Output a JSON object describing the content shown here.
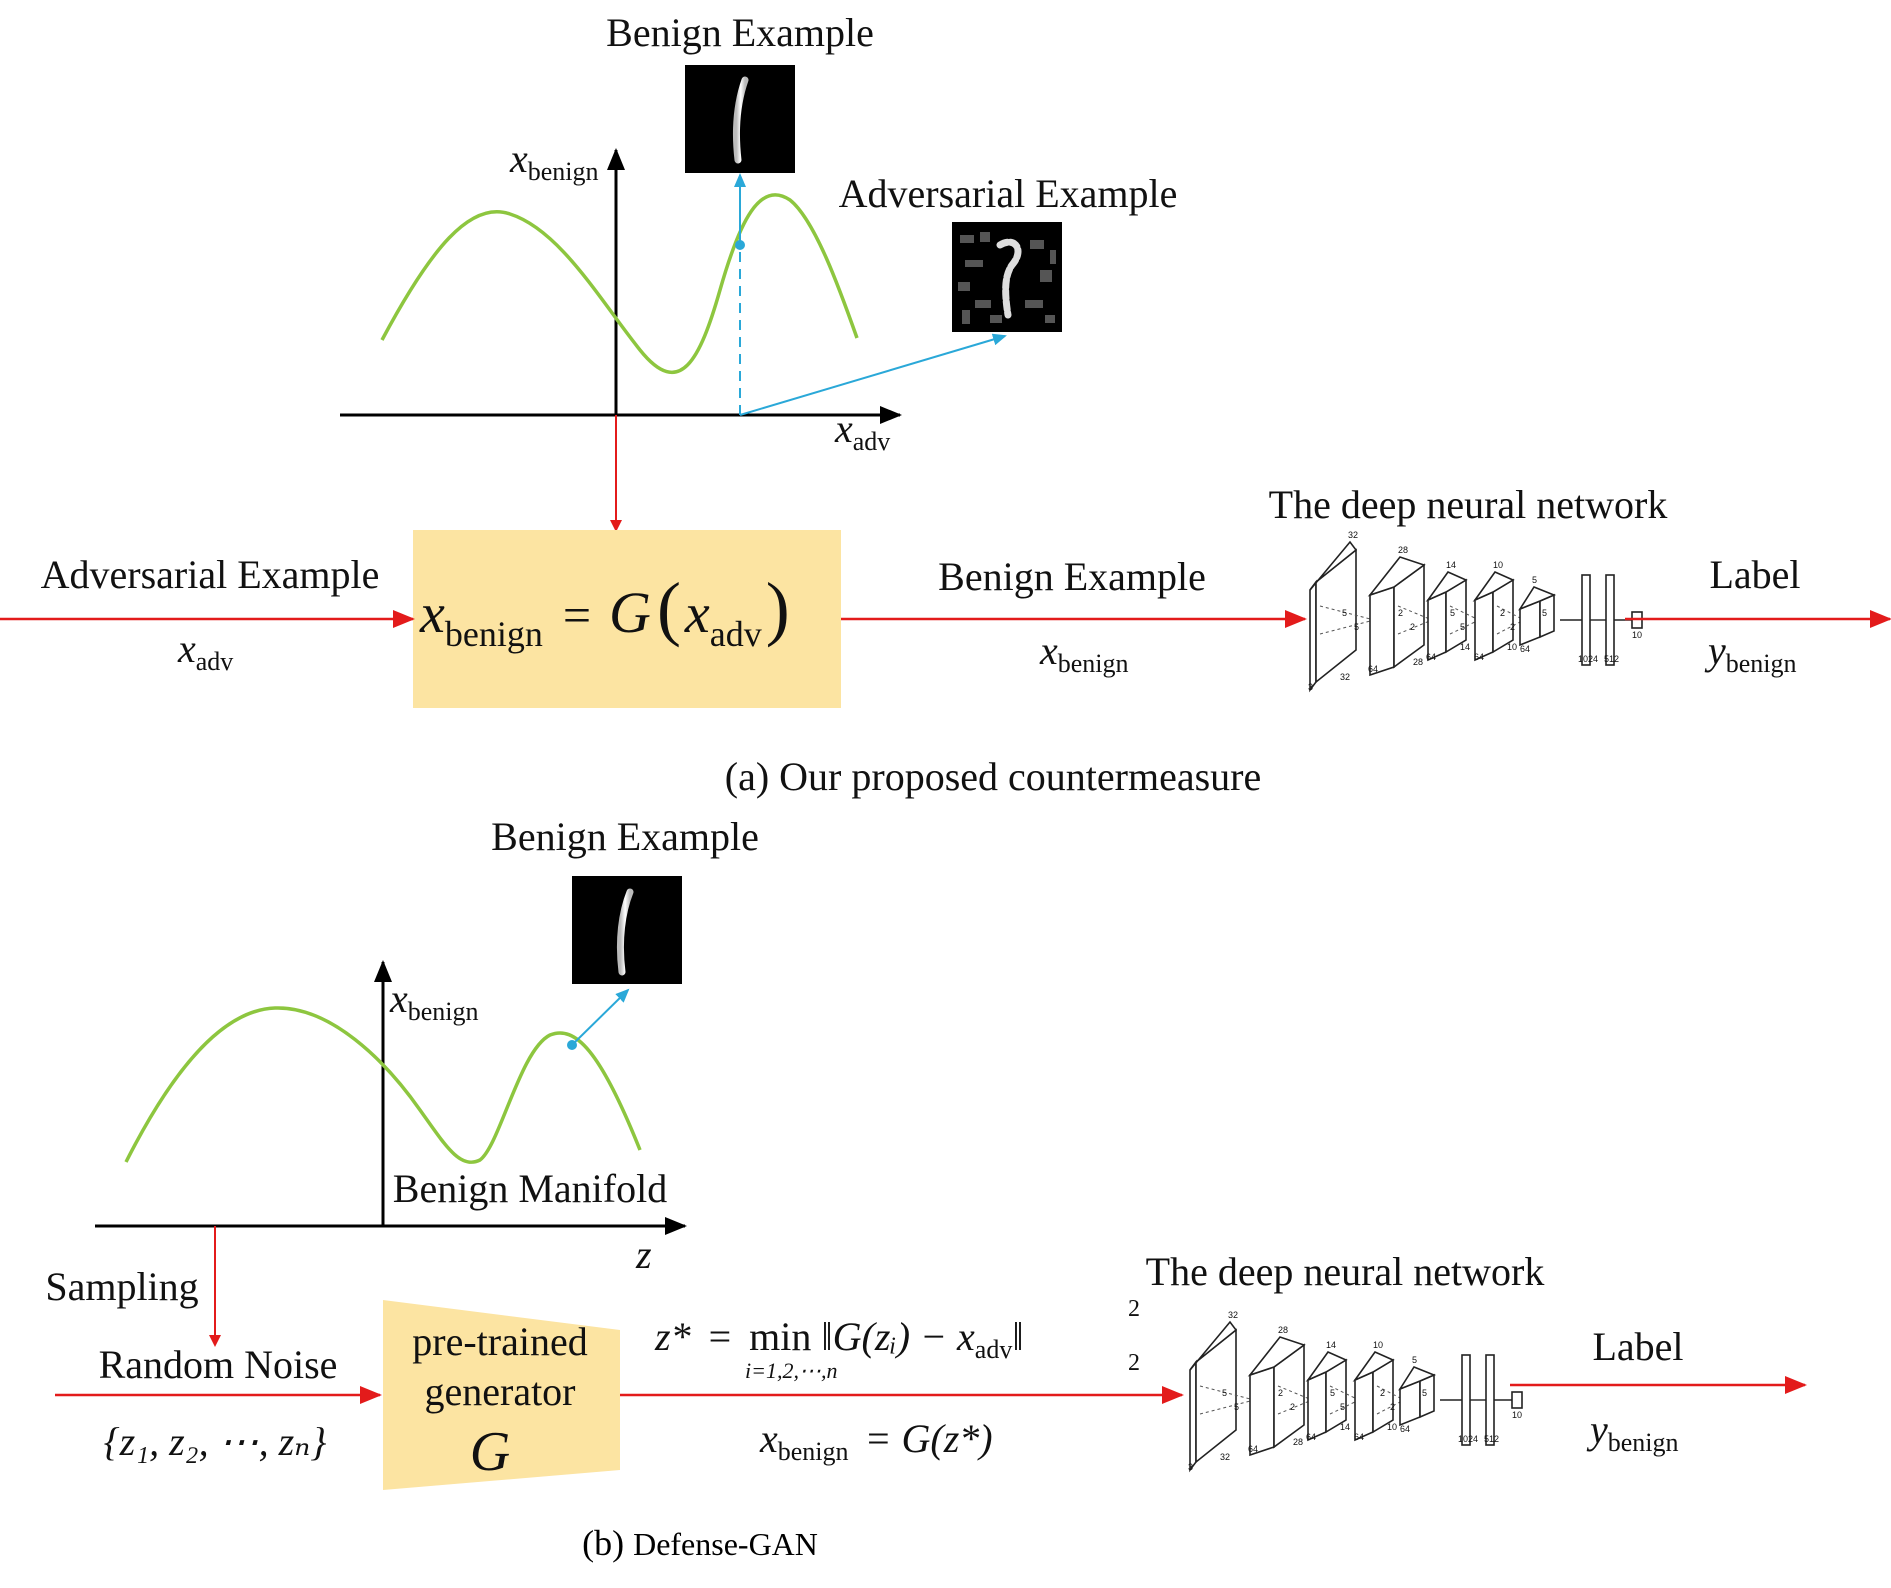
{
  "colors": {
    "curve": "#8dc63f",
    "red_arrow": "#e31b1b",
    "blue_arrow": "#2aa8d8",
    "box_fill": "#fce4a2"
  },
  "panel_a": {
    "caption": "(a) Our proposed countermeasure",
    "benign_example_top": "Benign Example",
    "adversarial_example_top": "Adversarial Example",
    "axis_y_var": "x",
    "axis_y_sub": "benign",
    "axis_x_var": "x",
    "axis_x_sub": "adv",
    "input_label": "Adversarial Example",
    "input_var": "x",
    "input_sub": "adv",
    "box_lhs_var": "x",
    "box_lhs_sub": "benign",
    "box_eq": "=",
    "box_fn": "G",
    "box_arg_var": "x",
    "box_arg_sub": "adv",
    "mid_label": "Benign Example",
    "mid_var": "x",
    "mid_sub": "benign",
    "network_title": "The deep  neural network",
    "output_label": "Label",
    "output_var": "y",
    "output_sub": "benign"
  },
  "panel_b": {
    "caption_prefix": "(b) ",
    "caption_name": "Defense-GAN",
    "benign_example_top": "Benign Example",
    "axis_y_var": "x",
    "axis_y_sub": "benign",
    "manifold_label": "Benign Manifold",
    "axis_x_var": "z",
    "sampling_label": "Sampling",
    "noise_label": "Random Noise",
    "noise_set": "{z₁, z₂, ⋯, zₙ}",
    "generator_line1": "pre-trained",
    "generator_line2": "generator",
    "generator_symbol": "G",
    "formula_lhs": "z*",
    "formula_eq": "=",
    "formula_min": "min",
    "formula_min_sub": "i=1,2,⋯,n",
    "formula_norm": "‖G(zᵢ) − x",
    "formula_norm_sub": "adv",
    "formula_norm_close": "‖",
    "formula_pow": "2",
    "formula_norm_idx": "2",
    "formula2_var": "x",
    "formula2_sub": "benign",
    "formula2_rhs": "= G(z*)",
    "network_title": "The deep  neural network",
    "output_label": "Label",
    "output_var": "y",
    "output_sub": "benign"
  },
  "network": {
    "dims_top": [
      "32",
      "28",
      "14",
      "10",
      "5"
    ],
    "dims_side": [
      "32",
      "28",
      "14",
      "10"
    ],
    "dims_bottom": [
      "3",
      "64",
      "64",
      "64",
      "64",
      "1024",
      "512",
      "10"
    ],
    "kernels": [
      "5",
      "5",
      "2",
      "2",
      "5",
      "5",
      "2",
      "2",
      "5"
    ]
  }
}
